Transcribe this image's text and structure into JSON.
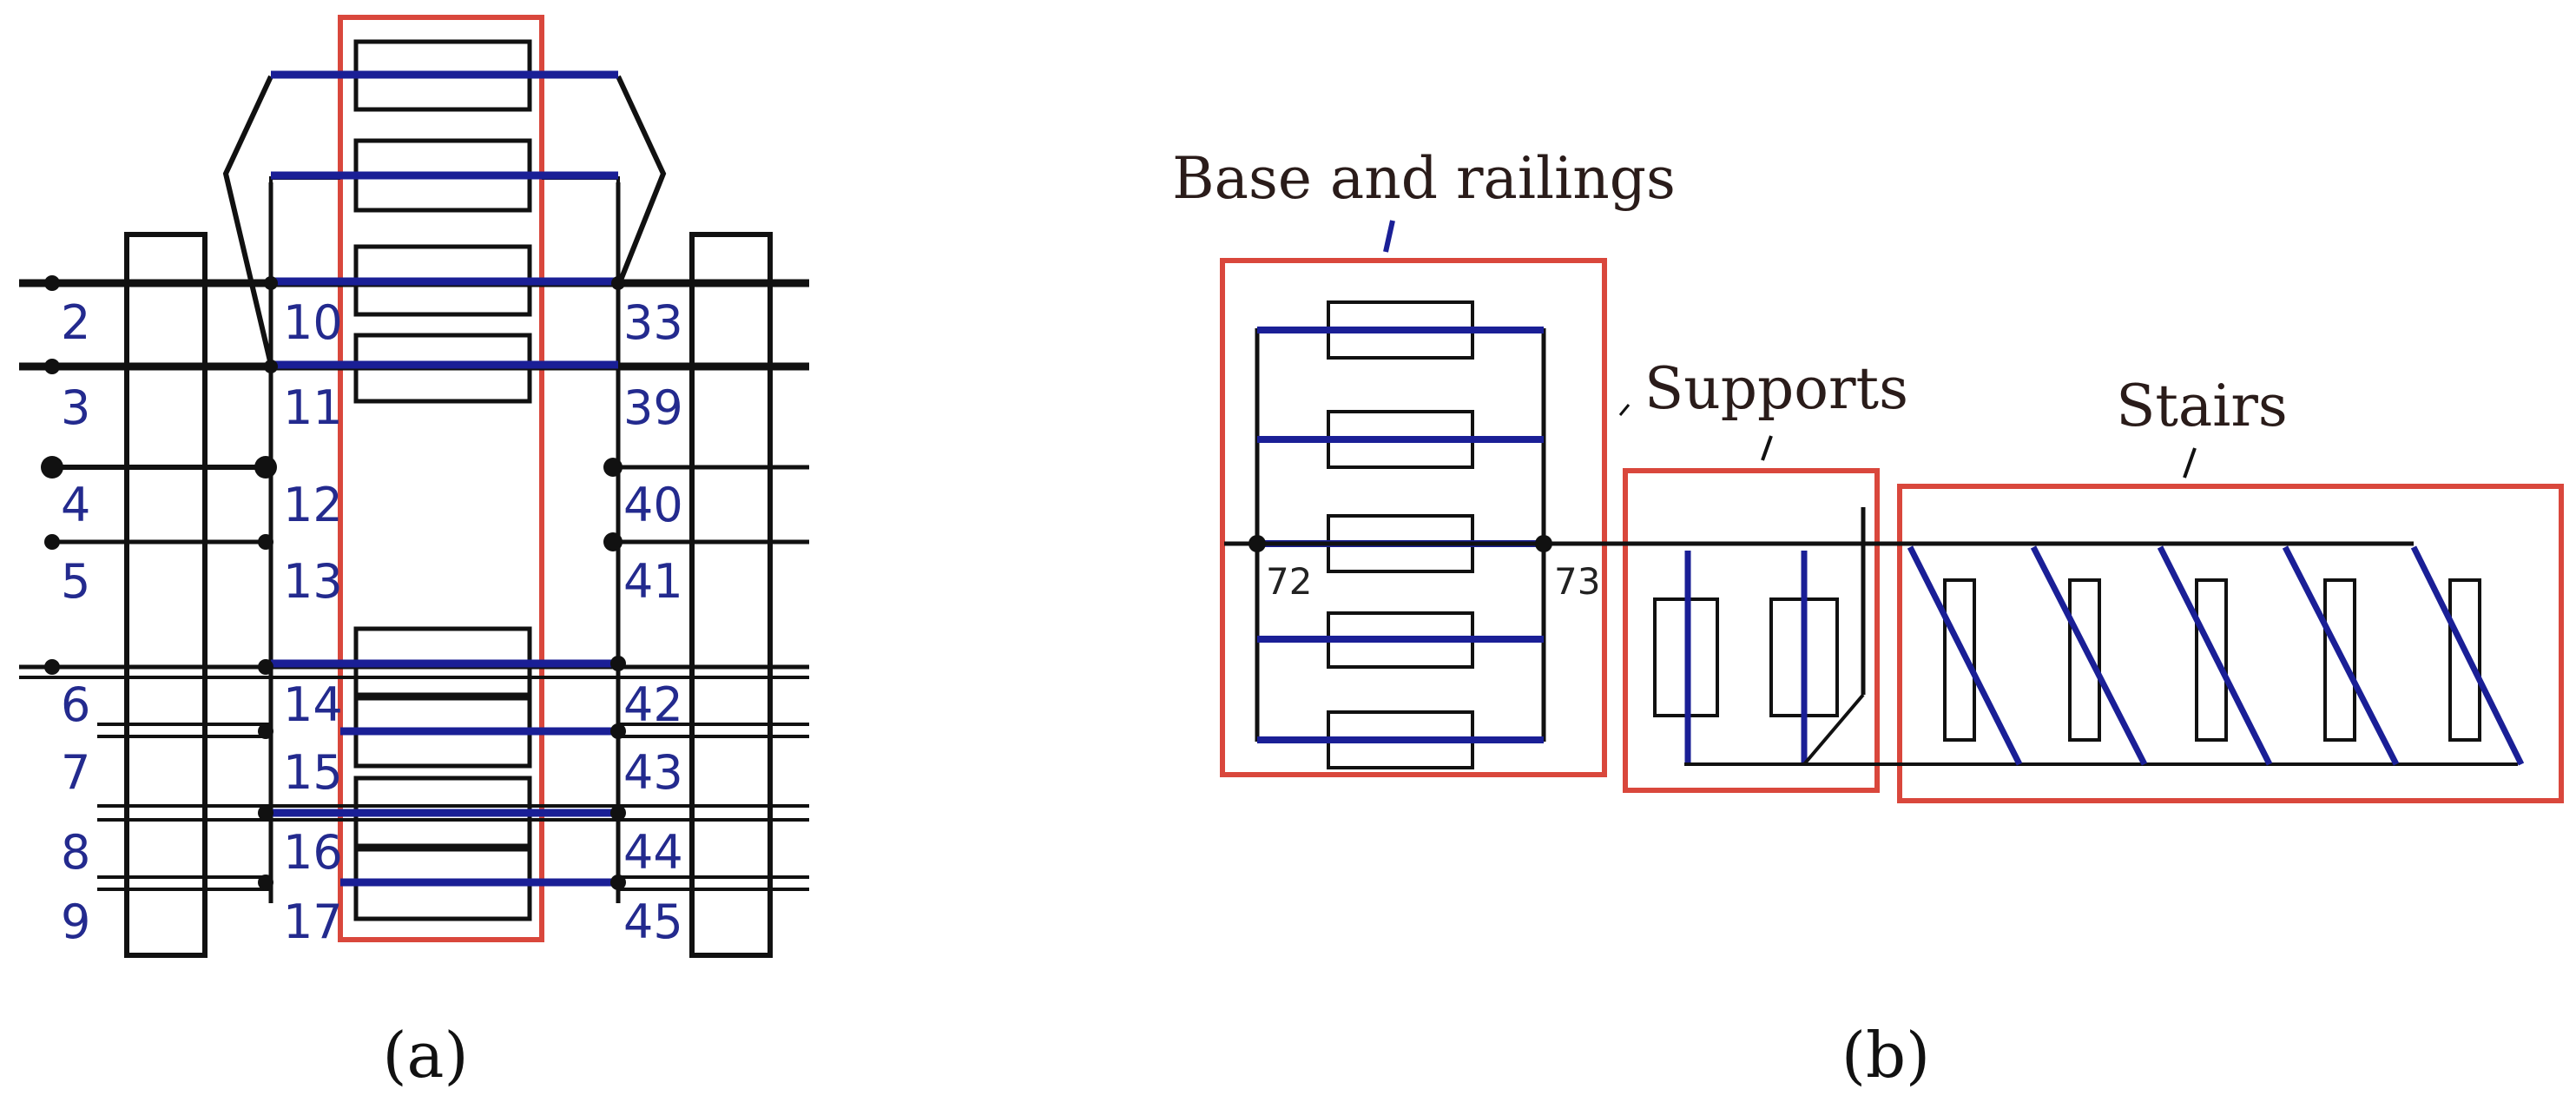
{
  "panel_a": {
    "left_labels": [
      "2",
      "3",
      "4",
      "5",
      "6",
      "7",
      "8",
      "9"
    ],
    "mid_labels": [
      "10",
      "11",
      "12",
      "13",
      "14",
      "15",
      "16",
      "17"
    ],
    "right_labels": [
      "33",
      "39",
      "40",
      "41",
      "42",
      "43",
      "44",
      "45"
    ],
    "caption": "(a)"
  },
  "panel_b": {
    "base_title": "Base and railings",
    "supports_title": "Supports",
    "stairs_title": "Stairs",
    "node_left": "72",
    "node_right": "73",
    "caption": "(b)"
  },
  "colors": {
    "member_blue": "#1a1f96",
    "outline_red": "#d9473c",
    "label_blue": "#232a8e"
  }
}
